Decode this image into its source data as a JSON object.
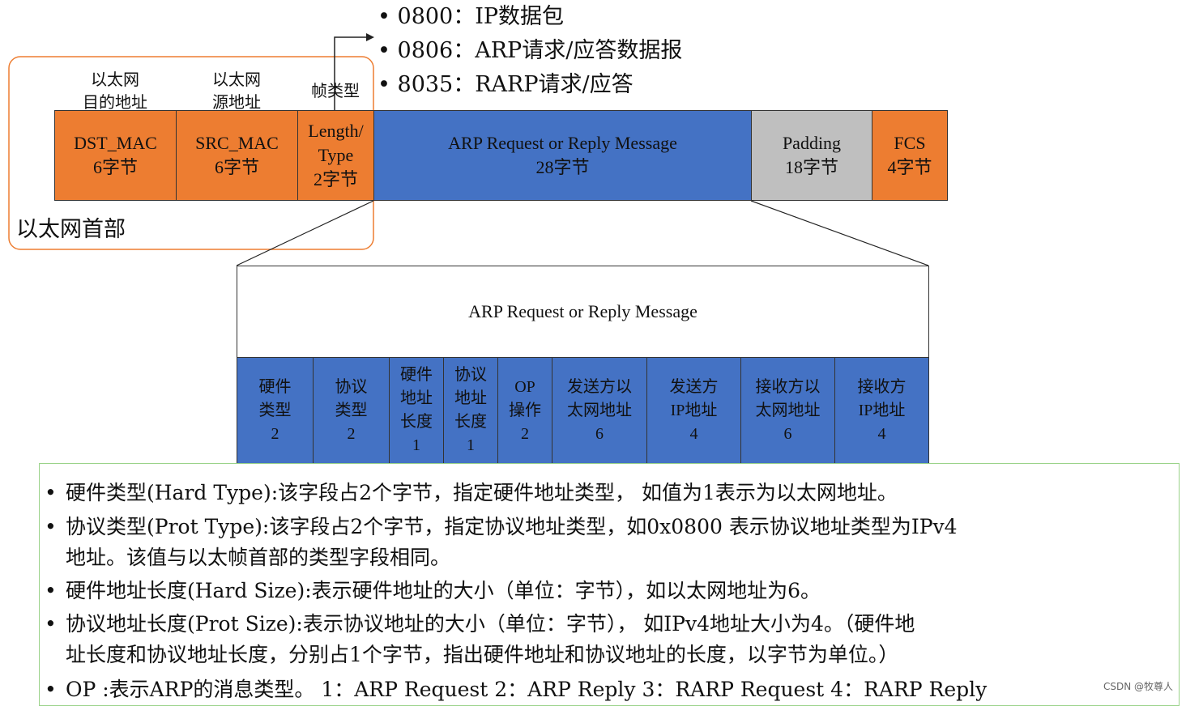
{
  "type_values": [
    "0800：IP数据包",
    "0806：ARP请求/应答数据报",
    "8035：RARP请求/应答"
  ],
  "header_labels": {
    "dst": [
      "以太网",
      "目的地址"
    ],
    "src": [
      "以太网",
      "源地址"
    ],
    "type": "帧类型"
  },
  "ethernet_header_label": "以太网首部",
  "frame": [
    {
      "name": "DST_MAC",
      "size": "6字节"
    },
    {
      "name": "SRC_MAC",
      "size": "6字节"
    },
    {
      "name": "Length/",
      "name2": "Type",
      "size": "2字节"
    },
    {
      "name": "ARP Request or Reply Message",
      "size": "28字节"
    },
    {
      "name": "Padding",
      "size": "18字节"
    },
    {
      "name": "FCS",
      "size": "4字节"
    }
  ],
  "arp_title": "ARP Request or Reply Message",
  "arp_fields": [
    {
      "l1": "硬件",
      "l2": "类型",
      "n": "2"
    },
    {
      "l1": "协议",
      "l2": "类型",
      "n": "2"
    },
    {
      "l1": "硬件",
      "l2": "地址",
      "l3": "长度",
      "n": "1"
    },
    {
      "l1": "协议",
      "l2": "地址",
      "l3": "长度",
      "n": "1"
    },
    {
      "l1": "OP",
      "l2": "操作",
      "n": "2"
    },
    {
      "l1": "发送方以",
      "l2": "太网地址",
      "n": "6"
    },
    {
      "l1": "发送方",
      "l2": "IP地址",
      "n": "4"
    },
    {
      "l1": "接收方以",
      "l2": "太网地址",
      "n": "6"
    },
    {
      "l1": "接收方",
      "l2": "IP地址",
      "n": "4"
    }
  ],
  "descriptions": [
    "硬件类型(Hard Type):该字段占2个字节，指定硬件地址类型， 如值为1表示为以太网地址。",
    "协议类型(Prot Type):该字段占2个字节，指定协议地址类型，如0x0800 表示协议地址类型为IPv4",
    "地址。该值与以太帧首部的类型字段相同。",
    "硬件地址长度(Hard Size):表示硬件地址的大小（单位：字节），如以太网地址为6。",
    "协议地址长度(Prot Size):表示协议地址的大小（单位：字节）， 如IPv4地址大小为4。（硬件地",
    "址长度和协议地址长度，分别占1个字节，指出硬件地址和协议地址的长度，以字节为单位。）",
    "OP :表示ARP的消息类型。 1：ARP Request 2：ARP Reply 3：RARP Request 4：RARP Reply"
  ],
  "watermark": "CSDN @牧尊人",
  "colors": {
    "orange": "#ed7d31",
    "blue": "#4472c4",
    "gray": "#bfbfbf",
    "box_border": "#ed7d31",
    "desc_border": "#9bd38a"
  }
}
